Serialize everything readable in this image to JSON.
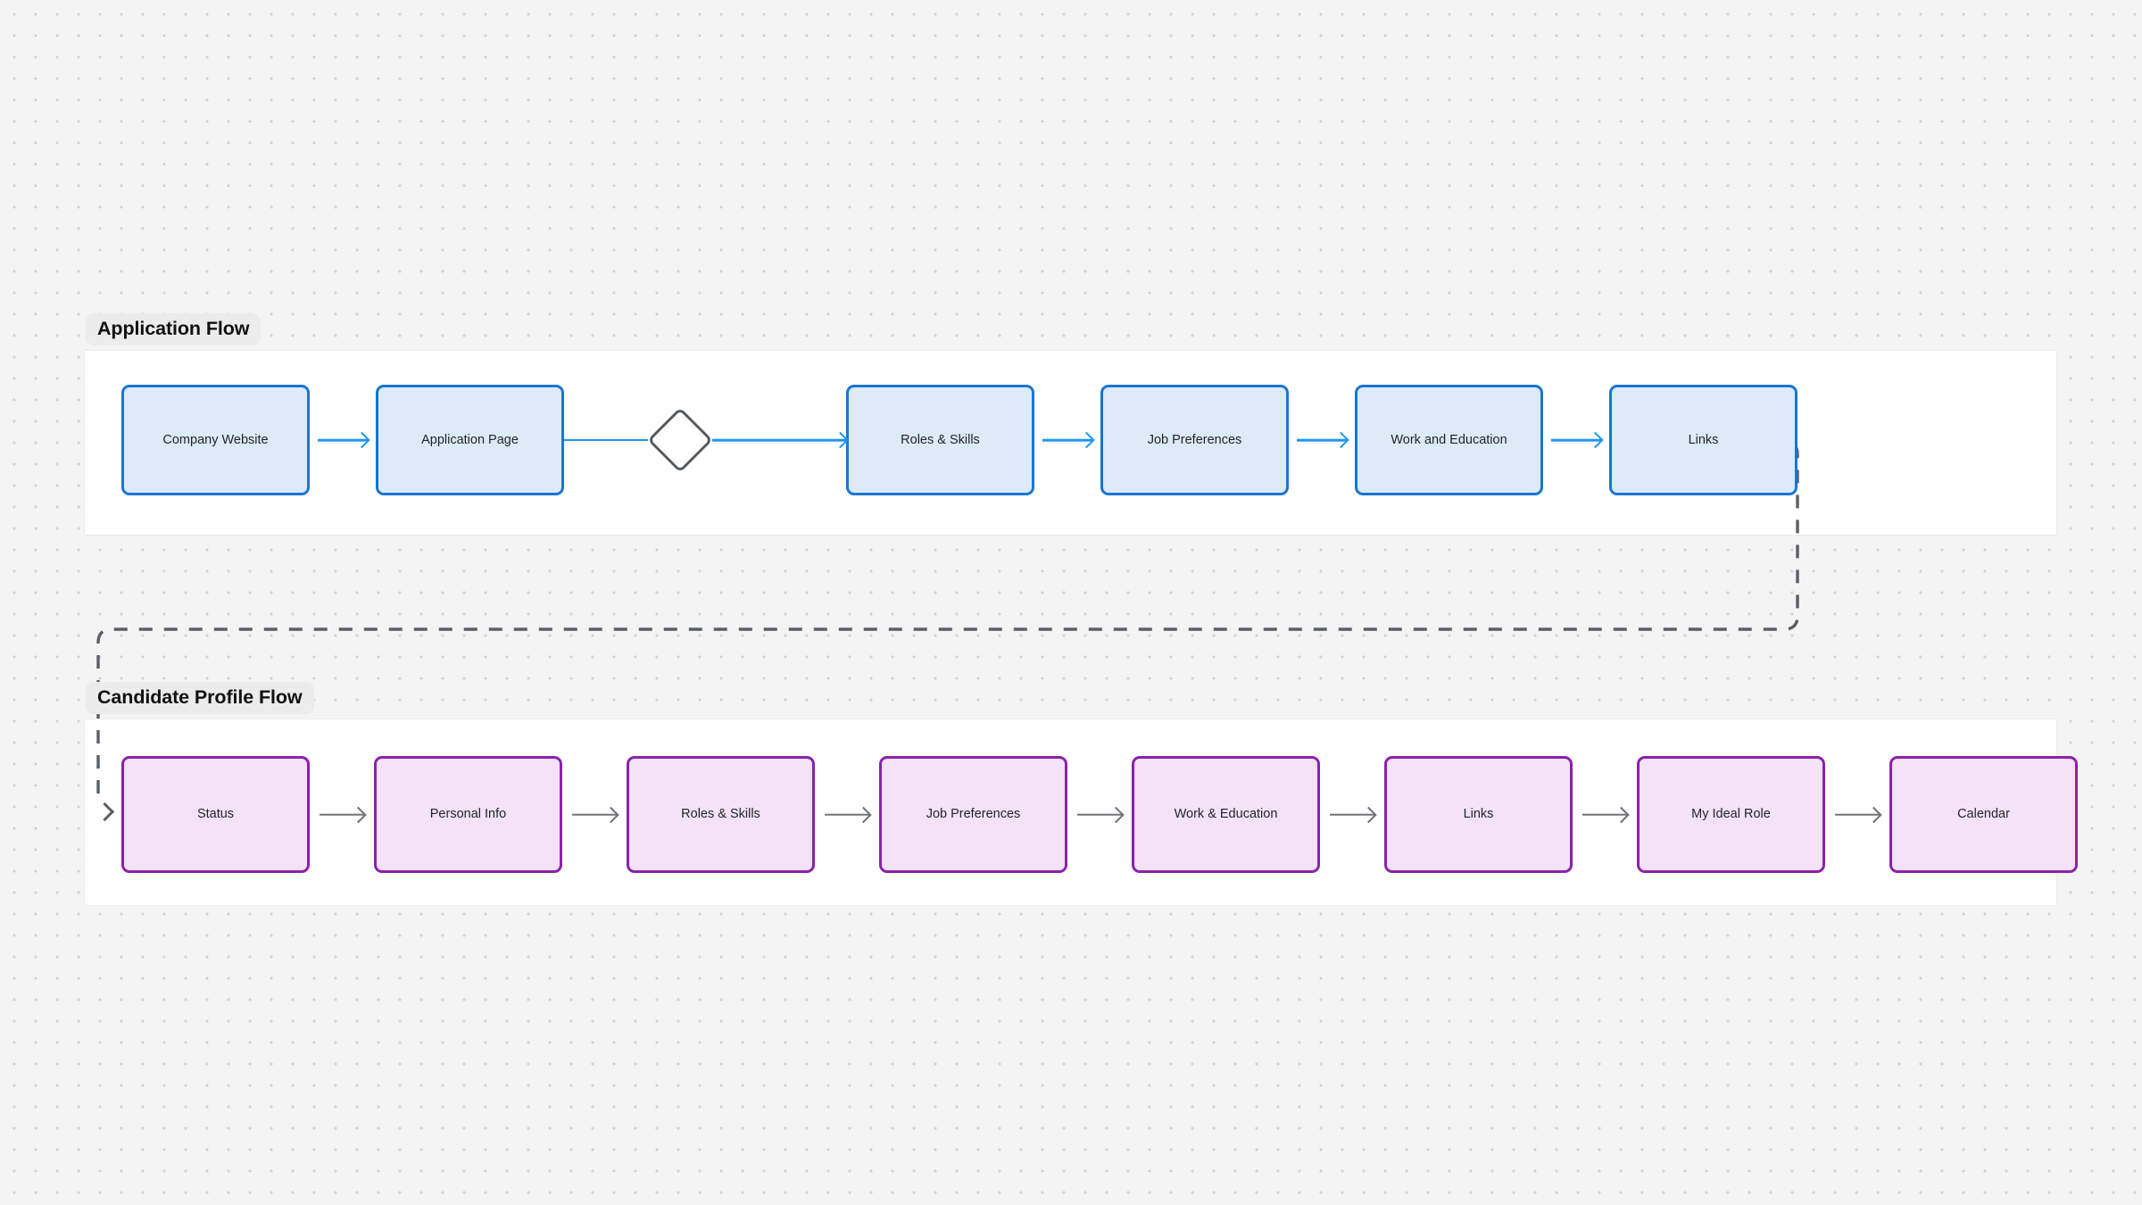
{
  "canvas": {
    "background_color": "#f4f4f4",
    "dot_grid": true,
    "dot_color": "#d4d4d4"
  },
  "groups": [
    {
      "id": "application-flow",
      "label": "Application Flow",
      "accent_color": "#1976d2",
      "node_fill": "#ddeaf8",
      "connector_color": "#2196f3"
    },
    {
      "id": "candidate-profile-flow",
      "label": "Candidate Profile Flow",
      "accent_color": "#8c21ab",
      "node_fill": "#f3e2f8",
      "connector_color": "#6f7276"
    }
  ],
  "application_flow": {
    "label": "Application Flow",
    "nodes": [
      {
        "label": "Company Website",
        "shape": "rect"
      },
      {
        "label": "Application Page",
        "shape": "rect"
      },
      {
        "label": "",
        "shape": "diamond"
      },
      {
        "label": "Roles & Skills",
        "shape": "rect"
      },
      {
        "label": "Job Preferences",
        "shape": "rect"
      },
      {
        "label": "Work and Education",
        "shape": "rect"
      },
      {
        "label": "Links",
        "shape": "rect"
      }
    ]
  },
  "candidate_profile_flow": {
    "label": "Candidate Profile Flow",
    "nodes": [
      {
        "label": "Status",
        "shape": "rect"
      },
      {
        "label": "Personal Info",
        "shape": "rect"
      },
      {
        "label": "Roles & Skills",
        "shape": "rect"
      },
      {
        "label": "Job Preferences",
        "shape": "rect"
      },
      {
        "label": "Work & Education",
        "shape": "rect"
      },
      {
        "label": "Links",
        "shape": "rect"
      },
      {
        "label": "My Ideal Role",
        "shape": "rect"
      },
      {
        "label": "Calendar",
        "shape": "rect"
      }
    ]
  },
  "feedback_connector": {
    "style": "dashed",
    "color": "#5b5f63",
    "from": "Links",
    "to": "Status"
  }
}
